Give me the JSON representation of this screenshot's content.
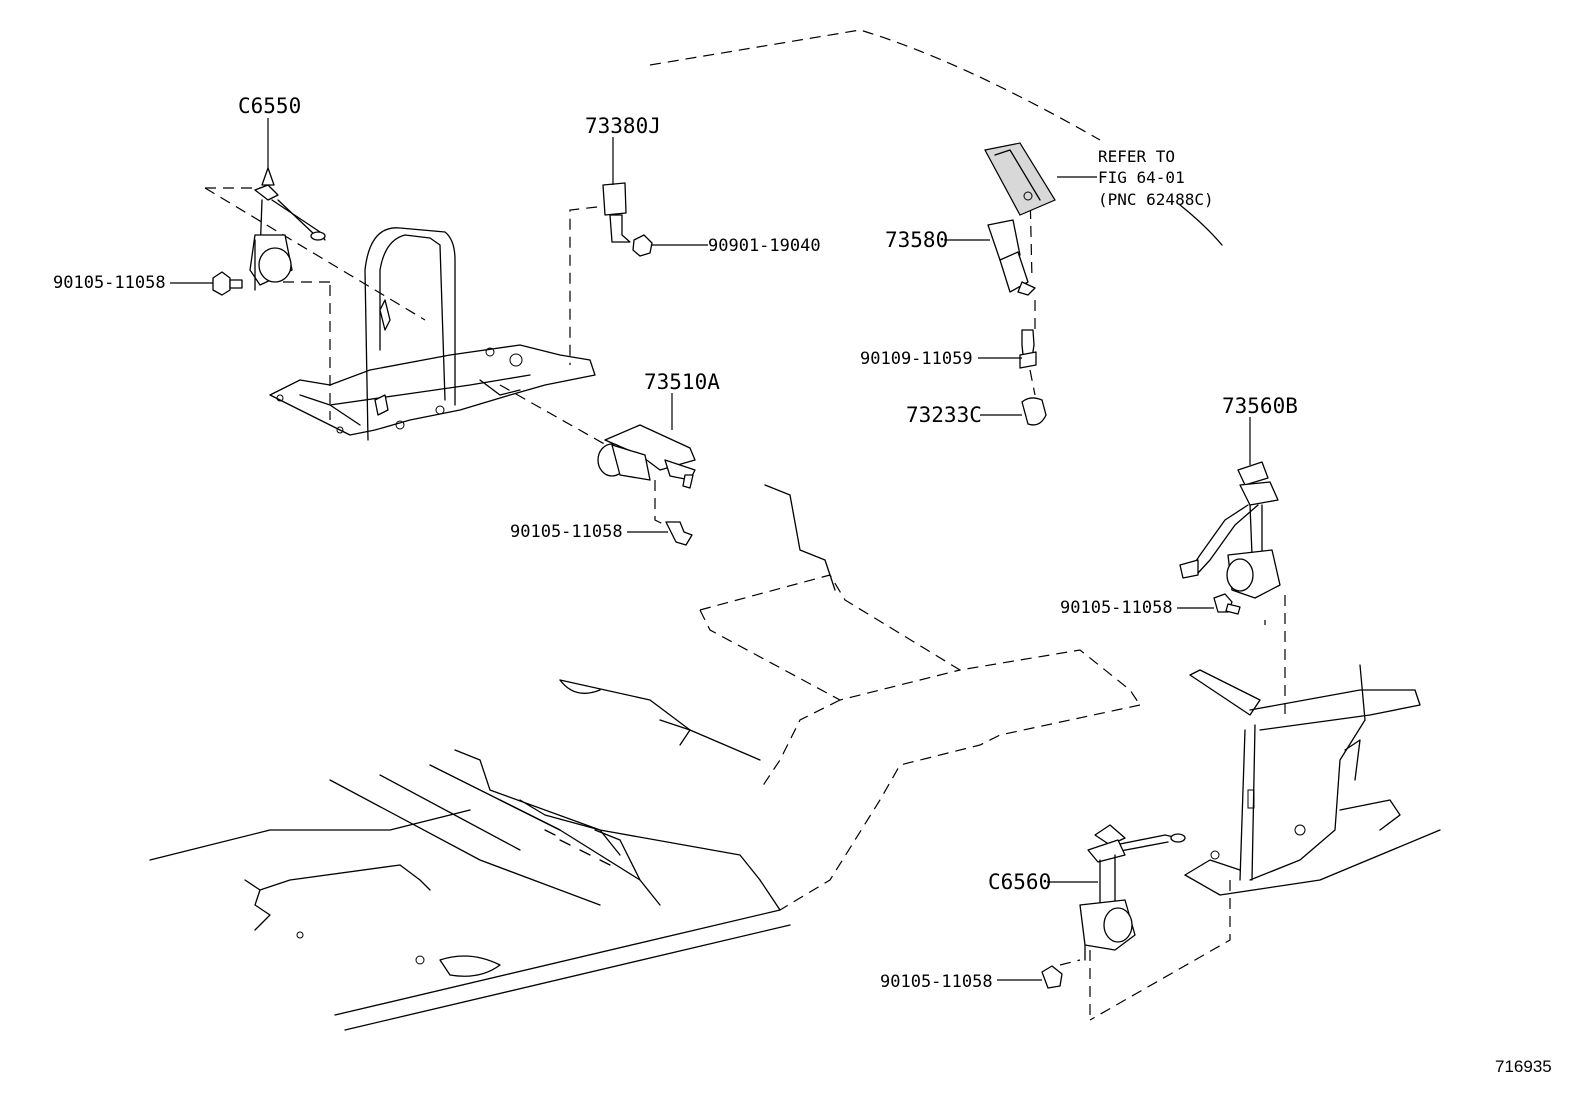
{
  "callouts": {
    "c6550": "C6550",
    "p73380j": "73380J",
    "bolt_90901_19040": "90901-19040",
    "bolt_90105_11058_a": "90105-11058",
    "p73510a": "73510A",
    "bolt_90105_11058_b": "90105-11058",
    "p73580": "73580",
    "bolt_90109_11059": "90109-11059",
    "p73233c": "73233C",
    "p73560b": "73560B",
    "bolt_90105_11058_c": "90105-11058",
    "c6560": "C6560",
    "bolt_90105_11058_d": "90105-11058"
  },
  "reference_note": {
    "line1": "REFER TO",
    "line2": "FIG 64-01",
    "line3": "(PNC 62488C)"
  },
  "figure_number": "716935"
}
